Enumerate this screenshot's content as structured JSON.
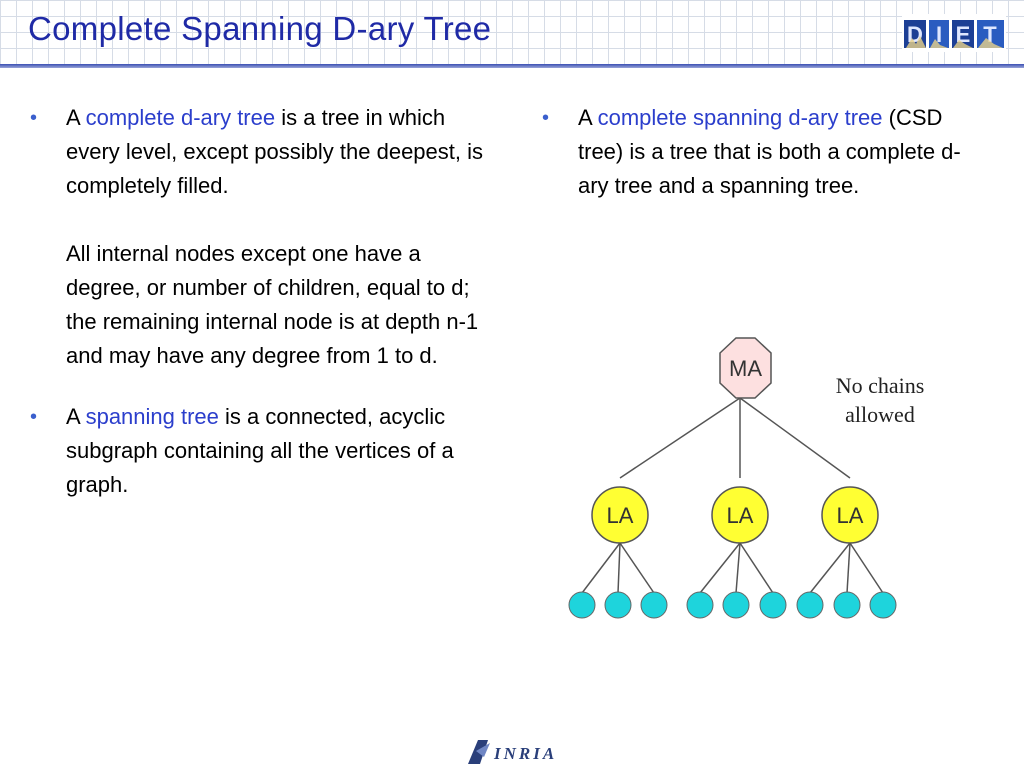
{
  "title": "Complete Spanning D-ary Tree",
  "left_column": {
    "bullet1": {
      "prefix": "A ",
      "term": "complete d-ary tree",
      "rest": " is a tree in which every level, except possibly the deepest, is completely filled.",
      "para2": "All internal nodes except one have a degree, or number of children, equal to d; the remaining internal node is at depth n-1 and may have any degree from 1 to d."
    },
    "bullet2": {
      "prefix": "A ",
      "term": "spanning tree",
      "rest": " is a connected, acyclic subgraph containing all the vertices of a graph."
    }
  },
  "right_column": {
    "bullet1": {
      "prefix": "A ",
      "term": "complete spanning d-ary tree",
      "rest": " (CSD tree) is a tree that is both a complete d-ary tree and a spanning tree."
    }
  },
  "figure": {
    "root_label": "MA",
    "child_labels": [
      "LA",
      "LA",
      "LA"
    ],
    "note_line1": "No chains",
    "note_line2": "allowed",
    "colors": {
      "root_fill": "#fde0e0",
      "child_fill": "#ffff33",
      "leaf_fill": "#1ed4dc"
    }
  },
  "logos": {
    "header_logo": "DIET",
    "footer_logo": "INRIA"
  },
  "colors": {
    "title": "#1f2aa6",
    "term": "#2b3ecc",
    "bullet": "#3a5fcd"
  }
}
